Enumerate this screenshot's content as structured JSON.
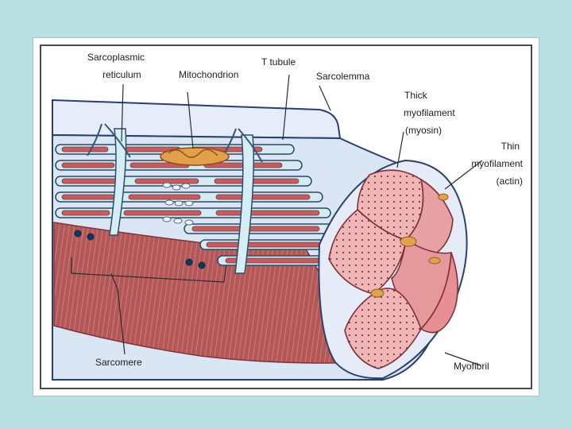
{
  "labels": {
    "sarcoplasmic_line1": "Sarcoplasmic",
    "sarcoplasmic_line2": "reticulum",
    "mitochondrion": "Mitochondrion",
    "t_tubule": "T tubule",
    "sarcolemma": "Sarcolemma",
    "thick_line1": "Thick",
    "thick_line2": "myofilament",
    "thick_line3": "(myosin)",
    "thin_line1": "Thin",
    "thin_line2": "myofilament",
    "thin_line3": "(actin)",
    "sarcomere": "Sarcomere",
    "myofibril": "Myofibril"
  },
  "colors": {
    "page_background": "#b9e1e3",
    "sarcolemma_fill": "#e7ecfb",
    "muscle_red": "#b65c5e",
    "tubule_blue": "#cfe7ef",
    "mitochondrion": "#e3a04c",
    "myofibril_pink": "#e9a2a3"
  }
}
